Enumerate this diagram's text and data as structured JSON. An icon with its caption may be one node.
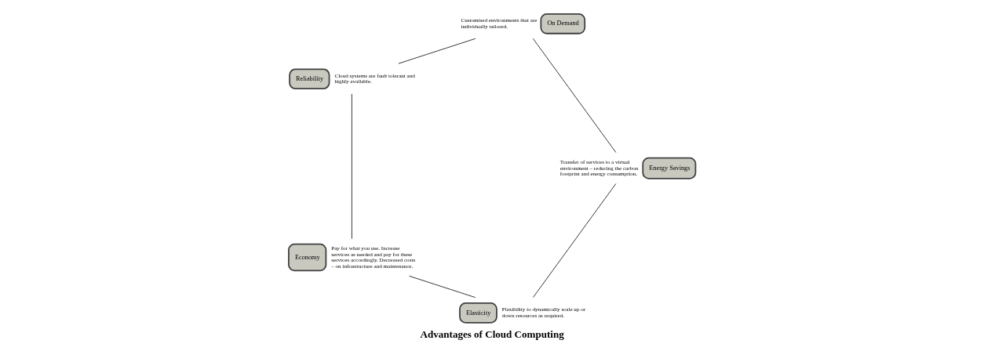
{
  "diagram": {
    "title": "Advantages of Cloud Computing",
    "nodes": [
      {
        "text": [
          "Elasticity"
        ],
        "beside": [
          "Flexibility to dynamically scale up or down resources as required."
        ]
      },
      {
        "text": [
          "Energy Savings"
        ],
        "beside": [
          "Transfer of services to a virtual environment – reducing the carbon footprint and energy consumption."
        ]
      },
      {
        "text": [
          "Economy"
        ],
        "beside": [
          "Pay for what you use. Increase services as needed and pay for these services accordingly. Decreased costs – on infrastructure and maintenance."
        ]
      },
      {
        "text": [
          "On Demand"
        ],
        "beside": [
          "Customised environments that are individually tailored."
        ]
      },
      {
        "text": [
          "Reliability"
        ],
        "beside": [
          "Cloud systems are fault tolerant and highly available."
        ]
      }
    ],
    "edges": [
      {
        "from": 0,
        "to": 2,
        "arrow": "none"
      },
      {
        "from": 2,
        "to": 4,
        "arrow": "none"
      },
      {
        "from": 4,
        "to": 3,
        "arrow": "none"
      },
      {
        "from": 3,
        "to": 1,
        "arrow": "none"
      },
      {
        "from": 1,
        "to": 0,
        "arrow": "none"
      }
    ]
  }
}
